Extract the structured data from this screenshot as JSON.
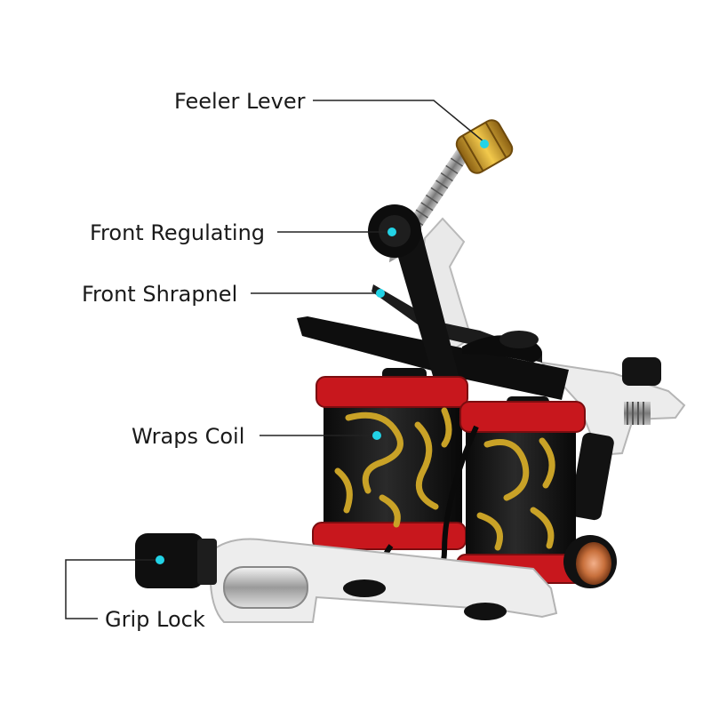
{
  "labels": {
    "feeler_lever": "Feeler Lever",
    "front_regulating": "Front Regulating",
    "front_shrapnel": "Front Shrapnel",
    "wraps_coil": "Wraps Coil",
    "grip_lock": "Grip Lock"
  },
  "colors": {
    "marker": "#22d3e6",
    "leader_line": "#222222",
    "coil_red": "#c8171d",
    "gold_pattern": "#c9a227",
    "frame_white": "#e6e6e6",
    "black_part": "#111111",
    "copper": "#c8703c",
    "brass": "#d6a228"
  }
}
